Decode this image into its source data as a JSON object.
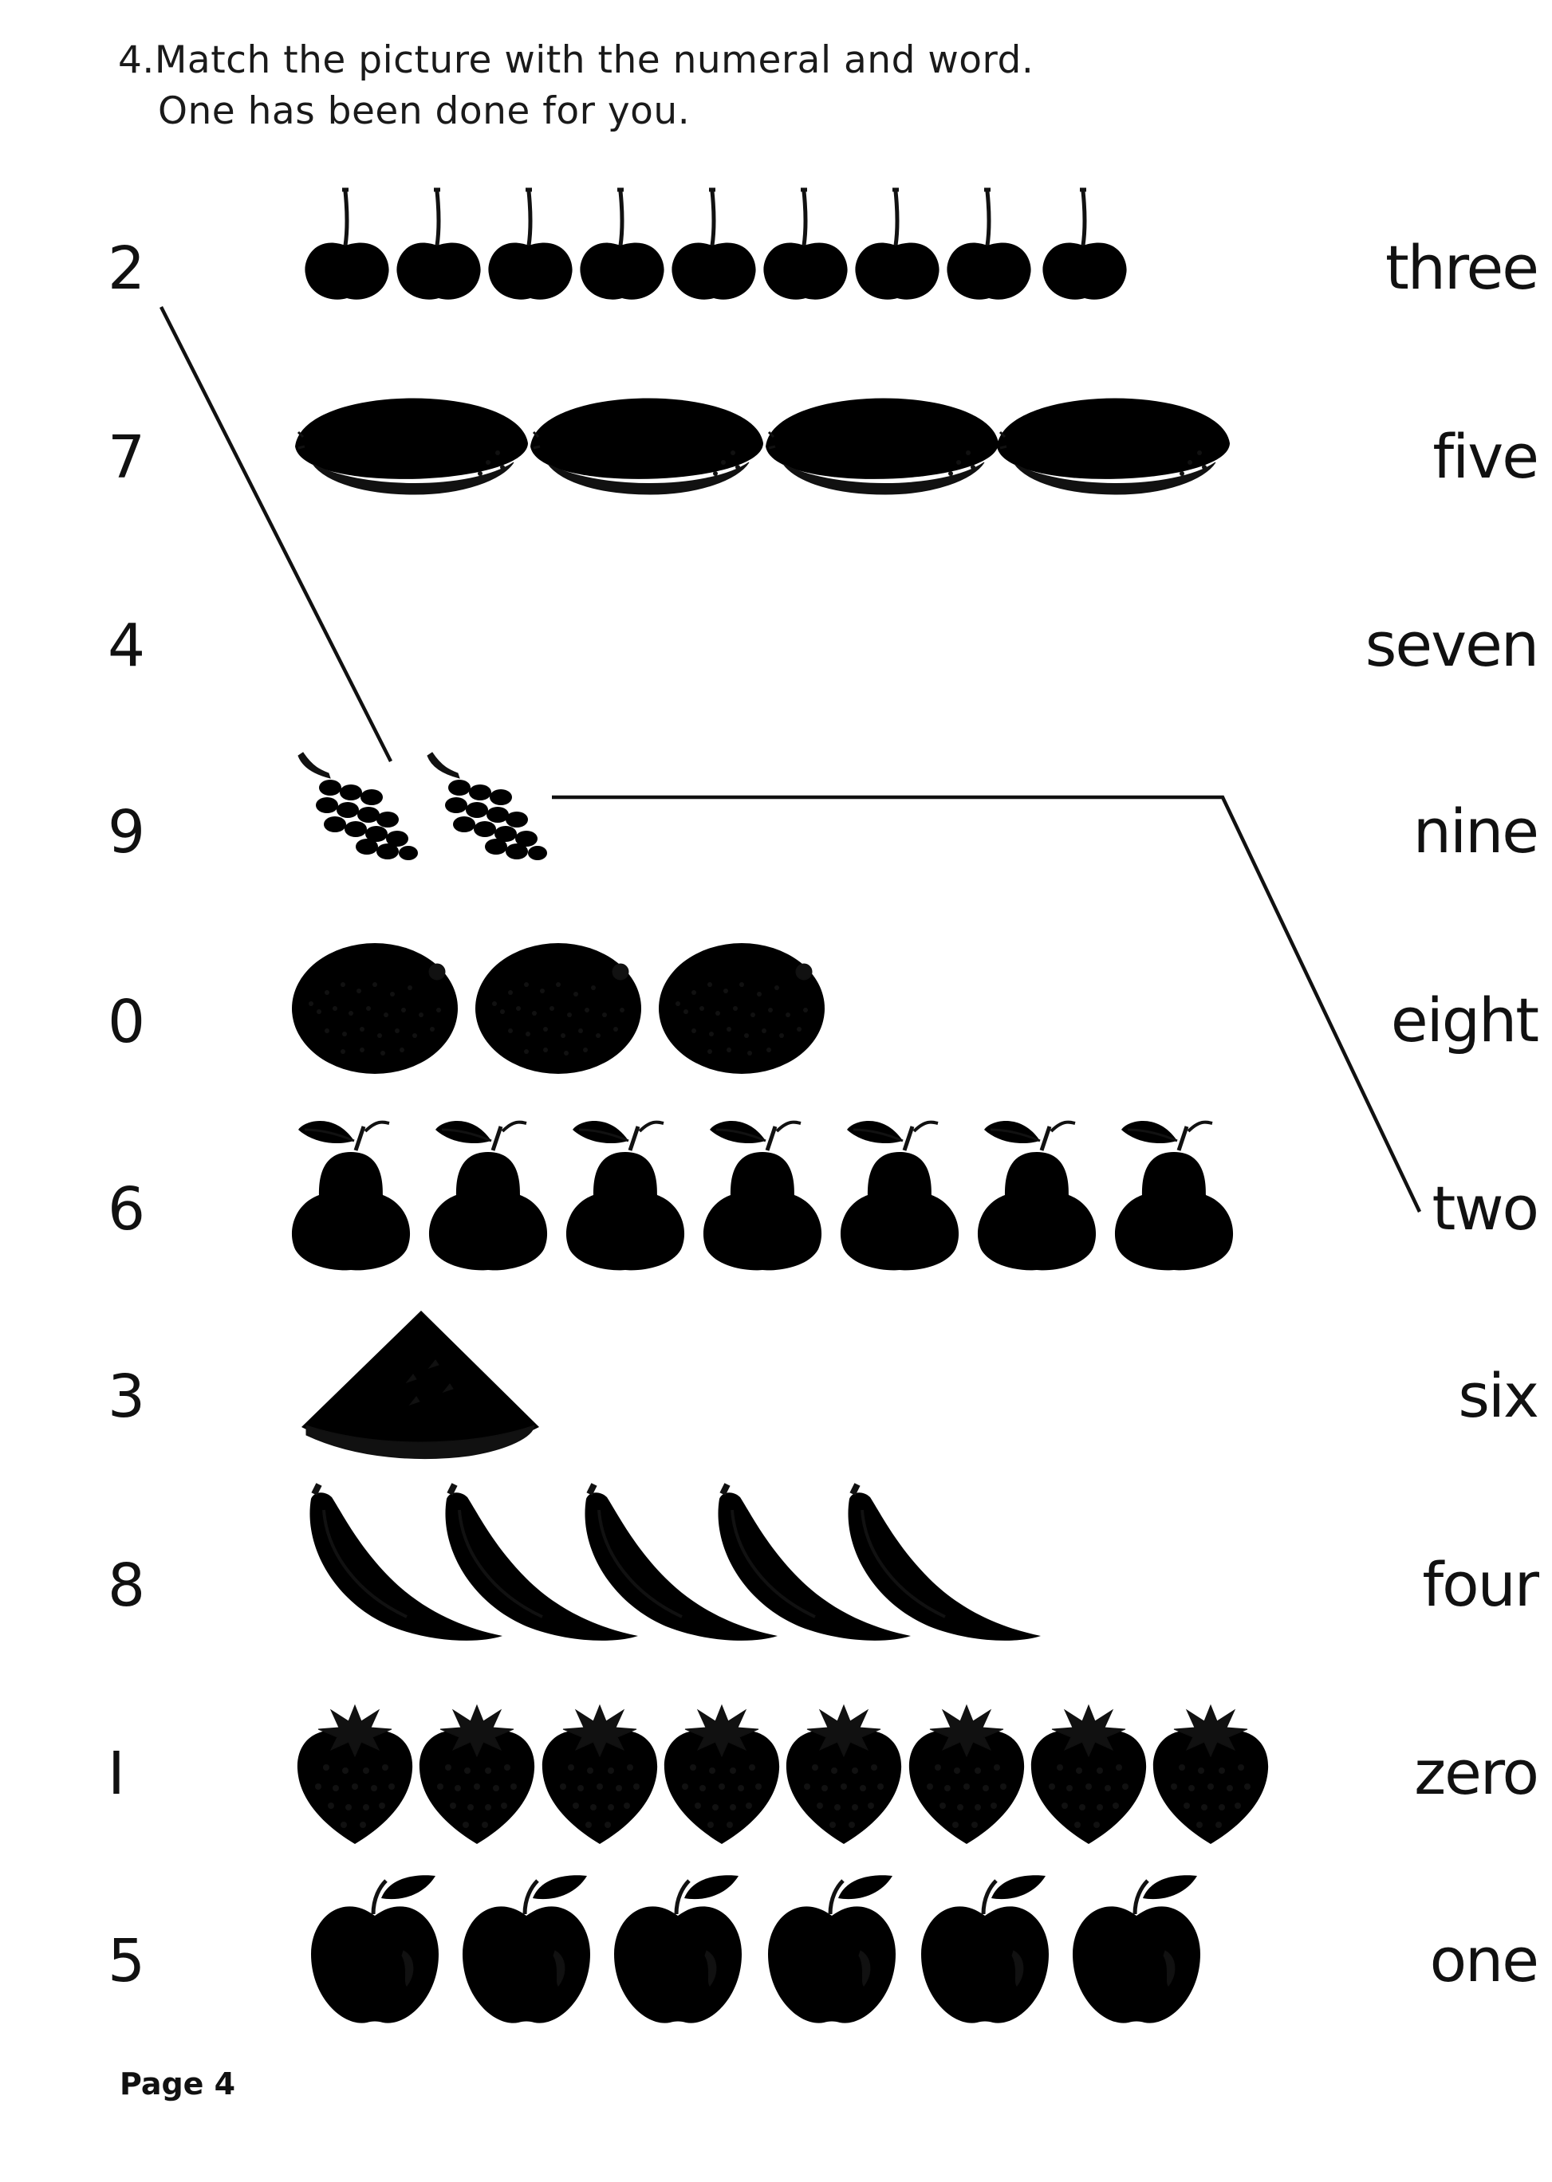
{
  "instruction": {
    "line1": "4.Match the picture with the numeral and word.",
    "line2": "One has been done for you."
  },
  "numerals": [
    "2",
    "7",
    "4",
    "9",
    "0",
    "6",
    "3",
    "8",
    "I",
    "5"
  ],
  "words": [
    "three",
    "five",
    "seven",
    "nine",
    "eight",
    "two",
    "six",
    "four",
    "zero",
    "one"
  ],
  "pictures": [
    {
      "fruit": "cherry",
      "count": 9
    },
    {
      "fruit": "lemon",
      "count": 4
    },
    {
      "fruit": "none",
      "count": 0
    },
    {
      "fruit": "grapes",
      "count": 2
    },
    {
      "fruit": "orange",
      "count": 3
    },
    {
      "fruit": "pear",
      "count": 7
    },
    {
      "fruit": "watermelon-slice",
      "count": 1
    },
    {
      "fruit": "banana",
      "count": 5
    },
    {
      "fruit": "strawberry",
      "count": 8
    },
    {
      "fruit": "apple",
      "count": 6
    }
  ],
  "example_match": {
    "numeral": "2",
    "picture_row": 3,
    "word": "two"
  },
  "footer": {
    "page": "Page 4"
  }
}
